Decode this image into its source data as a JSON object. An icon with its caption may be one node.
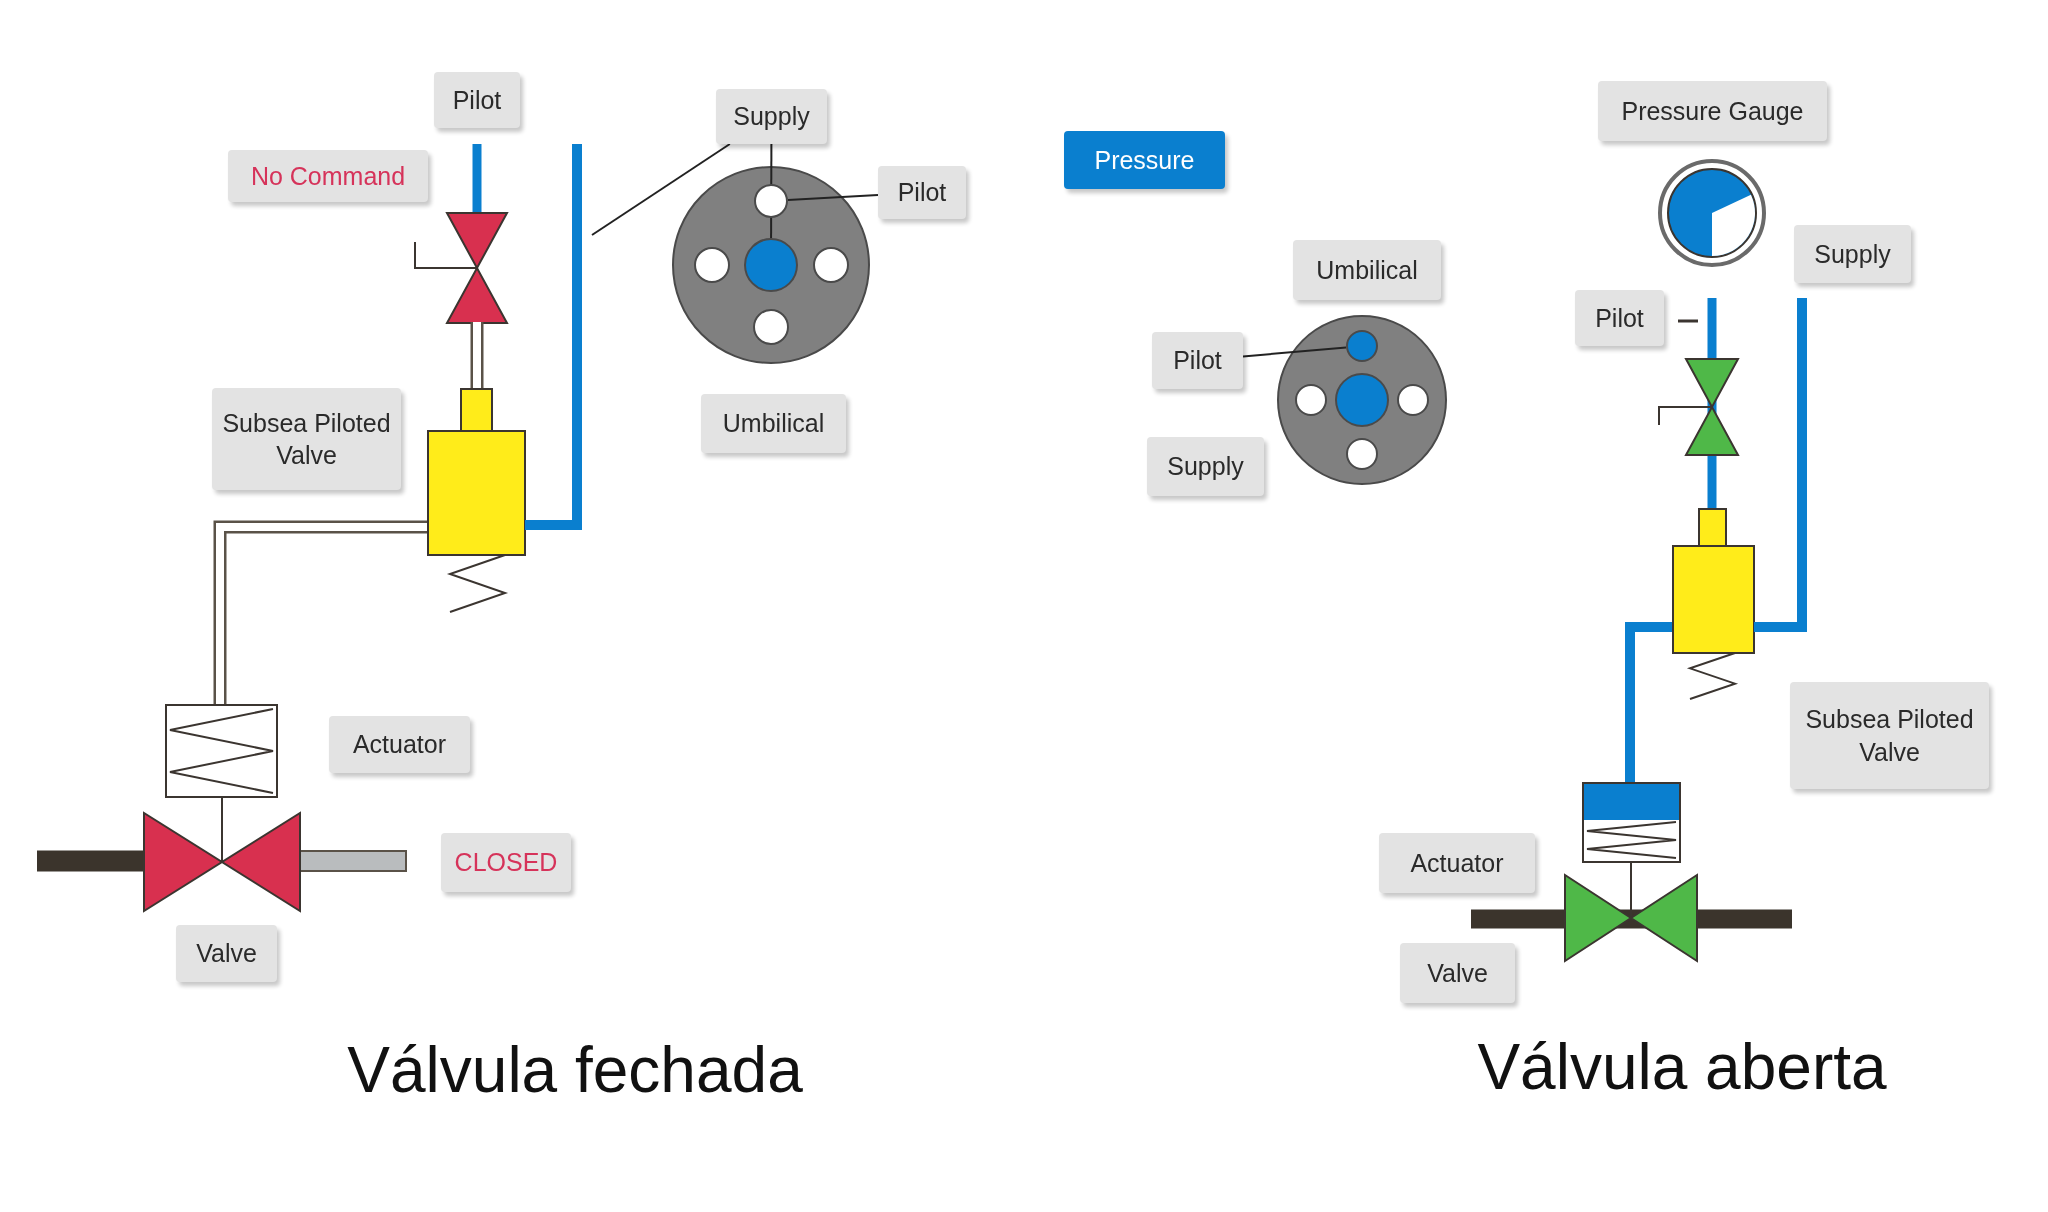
{
  "diagram": {
    "nodes": [
      {
        "text": [
          "Pilot"
        ]
      },
      {
        "text": [
          "No Command"
        ]
      },
      {
        "text": [
          "Supply"
        ]
      },
      {
        "text": [
          "Pilot"
        ]
      },
      {
        "text": [
          "Subsea Piloted Valve"
        ]
      },
      {
        "text": [
          "Umbilical"
        ]
      },
      {
        "text": [
          "Actuator"
        ]
      },
      {
        "text": [
          "CLOSED"
        ]
      },
      {
        "text": [
          "Valve"
        ]
      },
      {
        "text": [
          "Pressure"
        ]
      },
      {
        "text": [
          "Pressure Gauge"
        ]
      },
      {
        "text": [
          "Umbilical"
        ]
      },
      {
        "text": [
          "Supply"
        ]
      },
      {
        "text": [
          "Pilot"
        ]
      },
      {
        "text": [
          "Pilot"
        ]
      },
      {
        "text": [
          "Supply"
        ]
      },
      {
        "text": [
          "Subsea Piloted Valve"
        ]
      },
      {
        "text": [
          "Actuator"
        ]
      },
      {
        "text": [
          "Valve"
        ]
      },
      {
        "text": [],
        "shape": "circle"
      },
      {
        "text": [],
        "shape": "circle"
      },
      {
        "text": [],
        "shape": "circle"
      }
    ],
    "edges": [
      {
        "from": 2,
        "to": 19,
        "arrow": "none"
      },
      {
        "from": 2,
        "to": null,
        "arrow": "none"
      },
      {
        "from": 3,
        "to": 20,
        "arrow": "none"
      },
      {
        "from": 14,
        "to": 21,
        "arrow": "none"
      }
    ],
    "labels": [
      "Válvula fechada",
      "Válvula aberta"
    ]
  }
}
